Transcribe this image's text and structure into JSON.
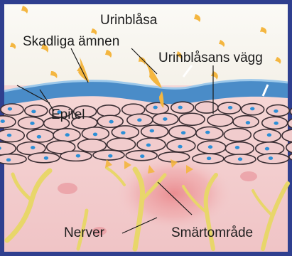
{
  "labels": {
    "urinblasa": "Urinblåsa",
    "skadliga": "Skadliga ämnen",
    "vagg": "Urinblåsans vägg",
    "epitel": "Epitel",
    "nerver": "Nerver",
    "smarta": "Smärtområde"
  },
  "colors": {
    "frame": "#2f3f8f",
    "lumen": "#f7f4ee",
    "epithelium_blue": "#4a8cc8",
    "cell_fill": "#f1cccd",
    "cell_outline": "#3a2e33",
    "nucleus": "#2c8fd6",
    "tissue": "#f3cfd0",
    "nerve": "#e8d66a",
    "particles": "#f4b640"
  }
}
